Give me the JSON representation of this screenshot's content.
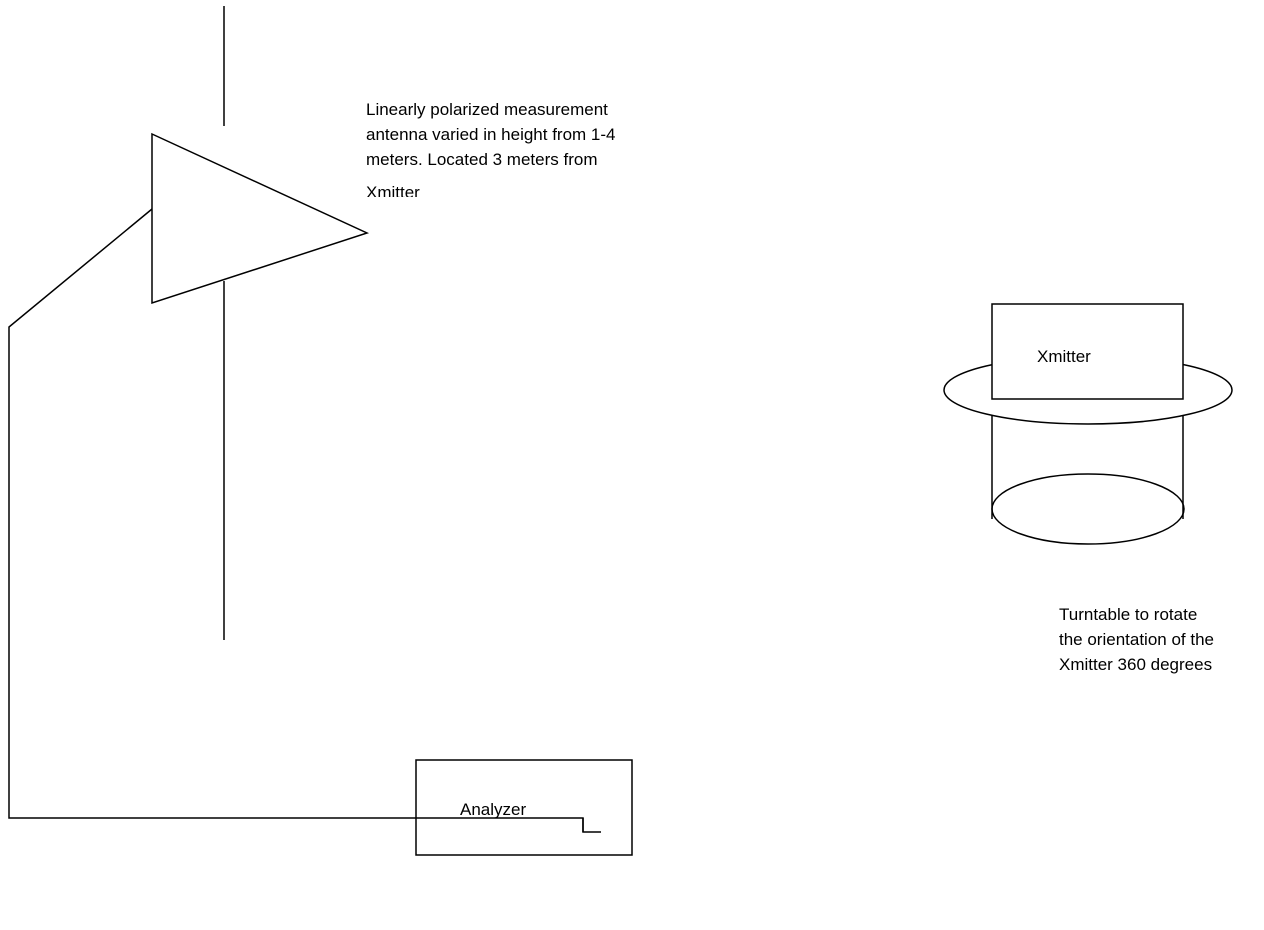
{
  "antenna_description": {
    "lines": [
      "Linearly  polarized measurement",
      "antenna varied in height from 1-4",
      "meters.  Located 3 meters from",
      "Xmitter"
    ]
  },
  "transmitter": {
    "label": "Xmitter"
  },
  "turntable_description": {
    "lines": [
      "Turntable to rotate",
      "the orientation of the",
      "Xmitter 360 degrees"
    ]
  },
  "analyzer": {
    "label": "Analyzer"
  },
  "colors": {
    "stroke": "#000000",
    "background": "#ffffff"
  }
}
